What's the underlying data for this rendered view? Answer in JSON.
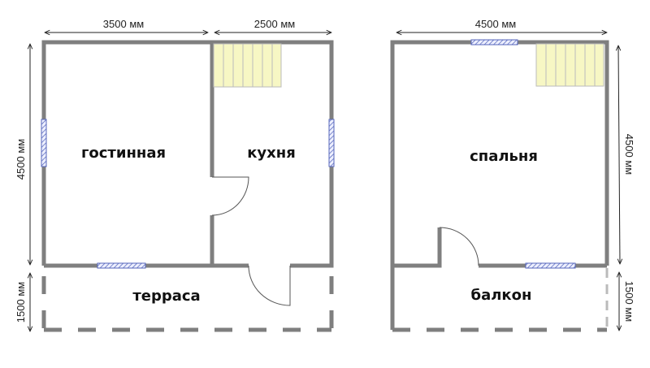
{
  "ground_floor": {
    "dimensions": {
      "top_left": "3500 мм",
      "top_right": "2500 мм",
      "left_main": "4500 мм",
      "left_terrace": "1500 мм"
    },
    "rooms": {
      "living": "гостинная",
      "kitchen": "кухня",
      "terrace": "терраса"
    }
  },
  "upper_floor": {
    "dimensions": {
      "top": "4500 мм",
      "right_main": "4500 мм",
      "right_balcony": "1500 мм"
    },
    "rooms": {
      "bedroom": "спальня",
      "balcony": "балкон"
    }
  },
  "colors": {
    "wall": "#7f7f7f",
    "stairs": "#f7f7c4",
    "window": "#5566bb"
  }
}
